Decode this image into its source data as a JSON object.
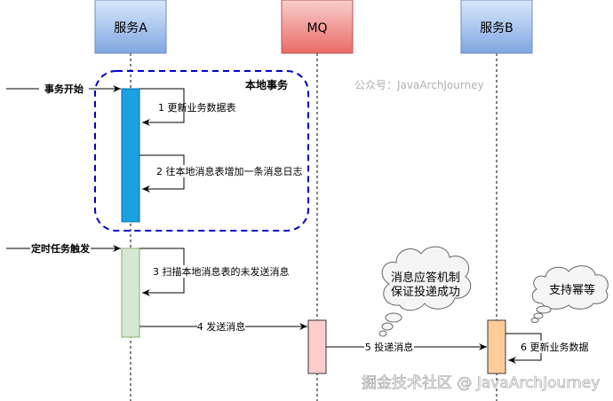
{
  "participants": [
    {
      "id": "service-a",
      "label": "服务A",
      "color_top": "#dae8fc",
      "color_bottom": "#7ea6e0",
      "stroke": "#6c8ebf"
    },
    {
      "id": "mq",
      "label": "MQ",
      "color_top": "#f8cecc",
      "color_bottom": "#ea6b66",
      "stroke": "#b85450"
    },
    {
      "id": "service-b",
      "label": "服务B",
      "color_top": "#dae8fc",
      "color_bottom": "#7ea6e0",
      "stroke": "#6c8ebf"
    }
  ],
  "local_transaction": {
    "label": "本地事务",
    "stroke": "#0000cc"
  },
  "triggers": {
    "transaction_start": "事务开始",
    "scheduled_task": "定时任务触发"
  },
  "messages": [
    {
      "label": "1 更新业务数据表"
    },
    {
      "label": "2 往本地消息表增加一条消息日志"
    },
    {
      "label": "3 扫描本地消息表的未发送消息"
    },
    {
      "label": "4 发送消息"
    },
    {
      "label": "5 投递消息"
    },
    {
      "label": "6 更新业务数据"
    }
  ],
  "activations": {
    "a1_color": "#1ba1e2",
    "a2_color": "#d5e8d4",
    "mq_color": "#ffcccc",
    "b_color": "#ffcc99"
  },
  "clouds": [
    {
      "line1": "消息应答机制",
      "line2": "保证投递成功"
    },
    {
      "line1": "支持幂等",
      "line2": ""
    }
  ],
  "watermarks": {
    "top": "公众号：JavaArchJourney",
    "bottom": "掘金技术社区 @ JavaArchJourney"
  }
}
